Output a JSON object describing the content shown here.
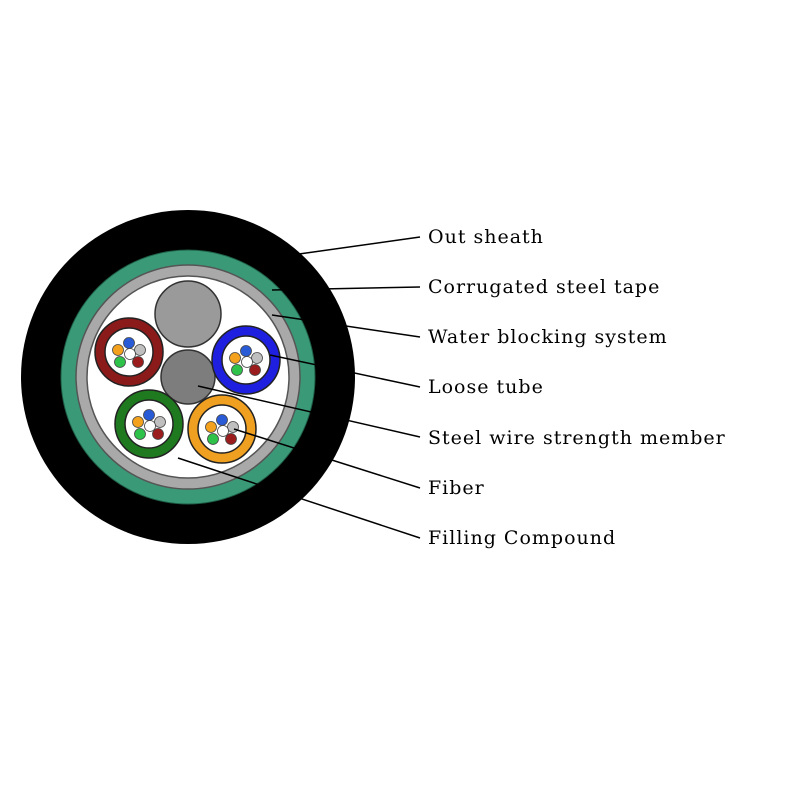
{
  "labels": {
    "out_sheath": "Out sheath",
    "corrugated_steel_tape": "Corrugated steel tape",
    "water_blocking_system": "Water blocking system",
    "loose_tube": "Loose tube",
    "steel_wire_strength_member": "Steel wire strength member",
    "fiber": "Fiber",
    "filling_compound": "Filling Compound"
  },
  "colors": {
    "out_sheath": "#000000",
    "corrugated_steel_tape": "#3a9a78",
    "water_blocking_system": "#a9a9a9",
    "filling_compound": "#ffffff",
    "steel_wire": "#7d7d7d",
    "filler_rod": "#9a9a9a",
    "tube_red": "#8b1a1a",
    "tube_blue": "#1f1fe0",
    "tube_green": "#1f7a1f",
    "tube_orange": "#f0a020"
  },
  "fiber_colors": [
    "#2a5bd7",
    "#f4a21d",
    "#2fc24a",
    "#9b1c1c",
    "#bfbfbf",
    "#ffffff"
  ]
}
